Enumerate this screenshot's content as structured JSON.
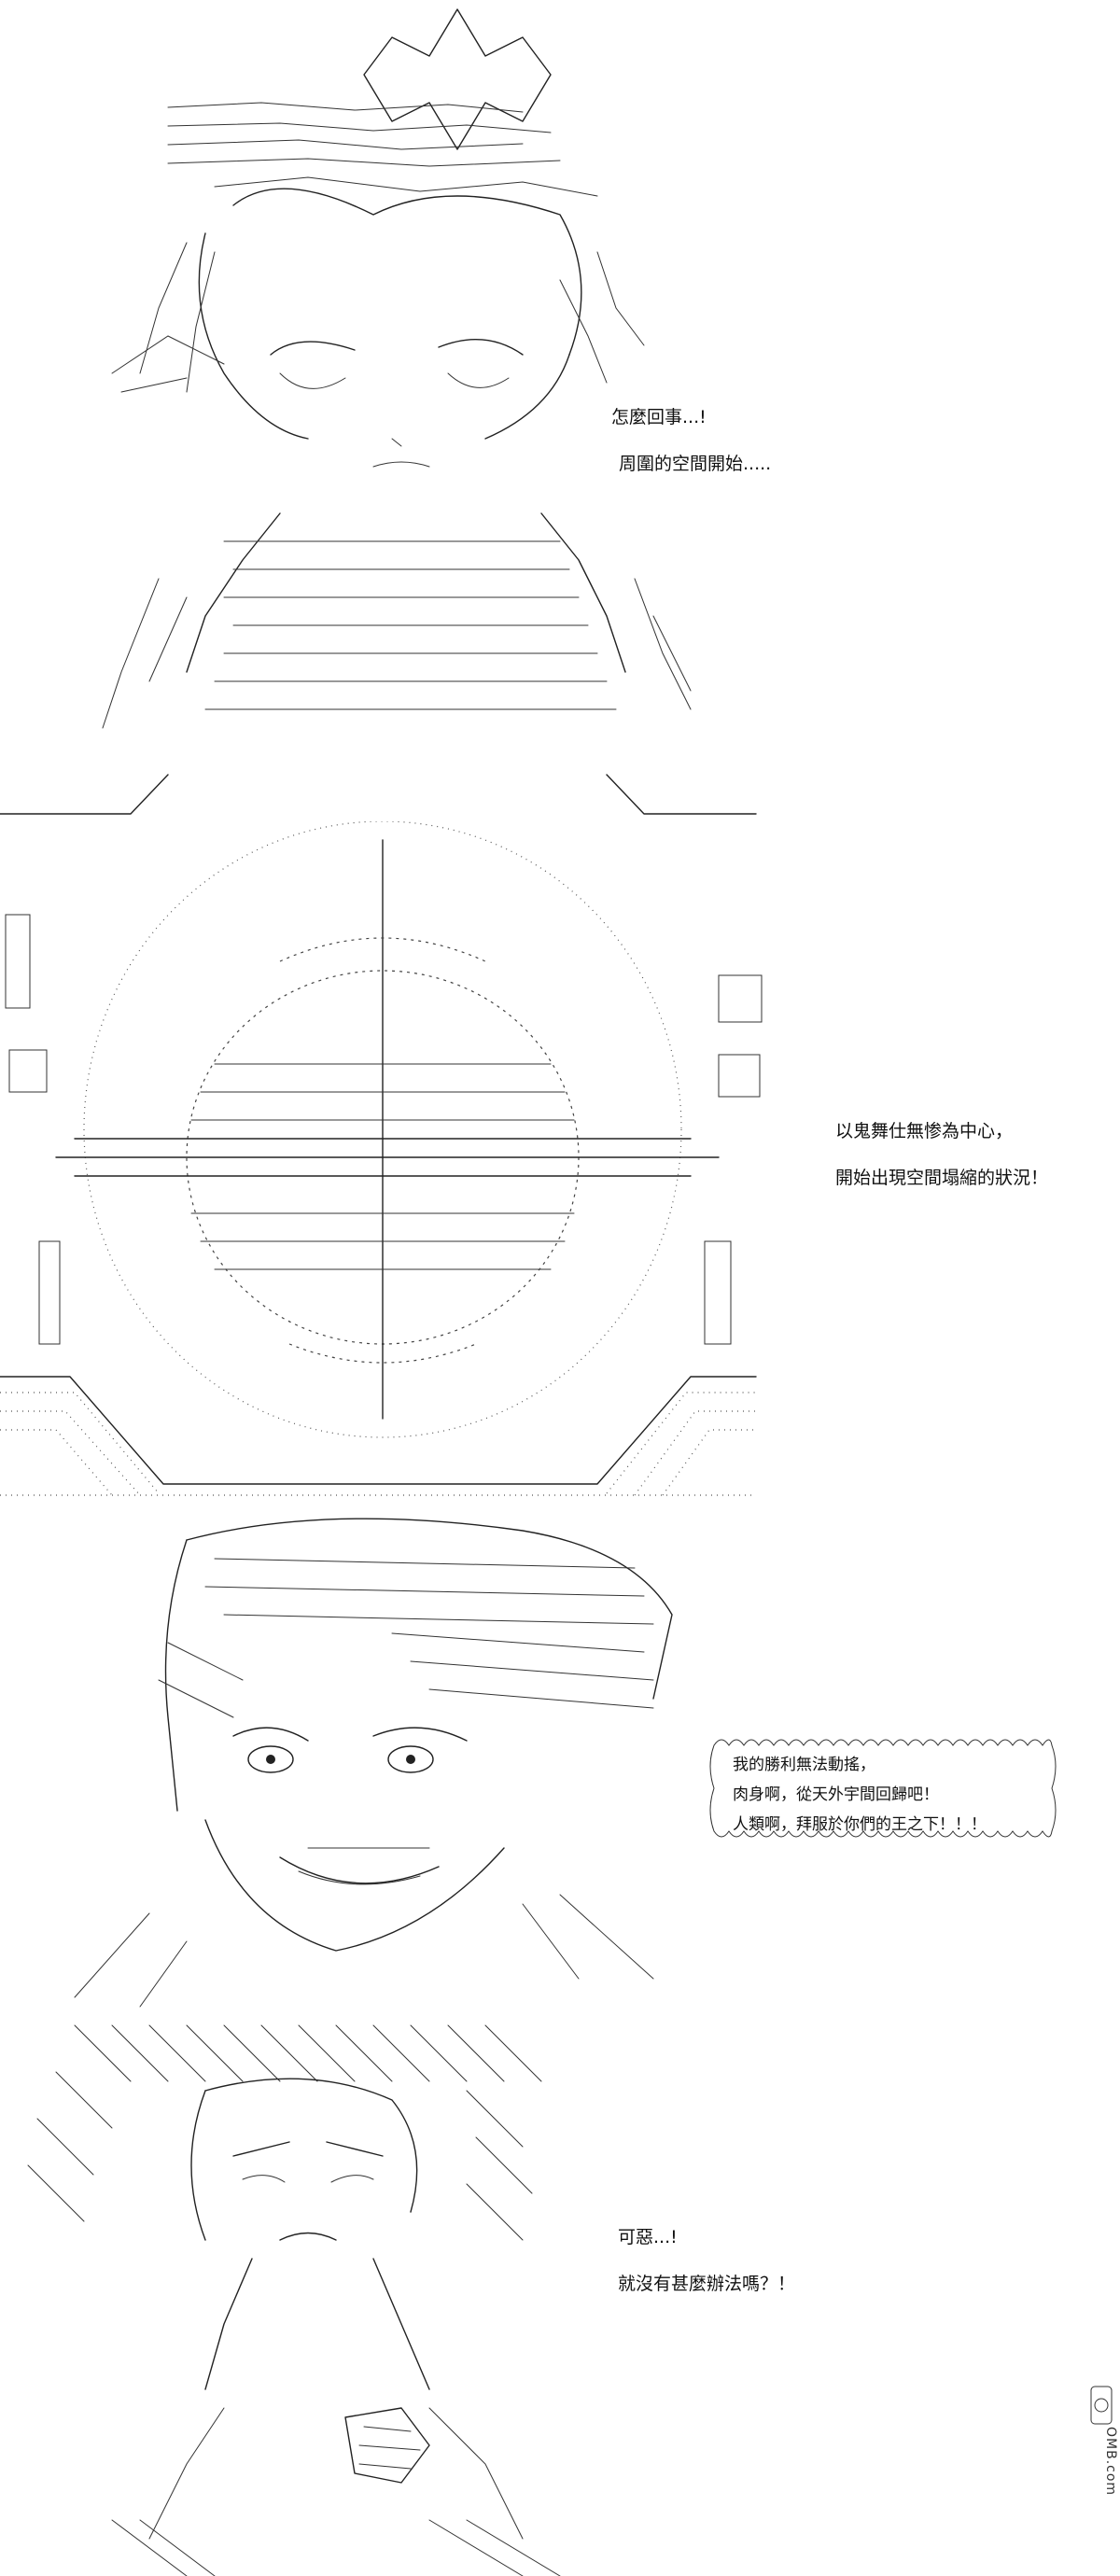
{
  "panels": [
    {
      "captions": [
        "怎麼回事...!",
        "周圍的空間開始....."
      ]
    },
    {
      "captions": [
        "以鬼舞仕無惨為中心，",
        "開始出現空間塌縮的狀況！"
      ]
    },
    {
      "bubble_lines": [
        "我的勝利無法動搖，",
        "肉身啊，從天外宇間回歸吧！",
        "人類啊，拜服於你們的王之下！！！"
      ]
    },
    {
      "captions": [
        "可惡...!",
        "就沒有甚麼辦法嗎？！"
      ]
    }
  ],
  "watermark": {
    "icon": "site-logo-icon",
    "text": "OMB.com"
  }
}
